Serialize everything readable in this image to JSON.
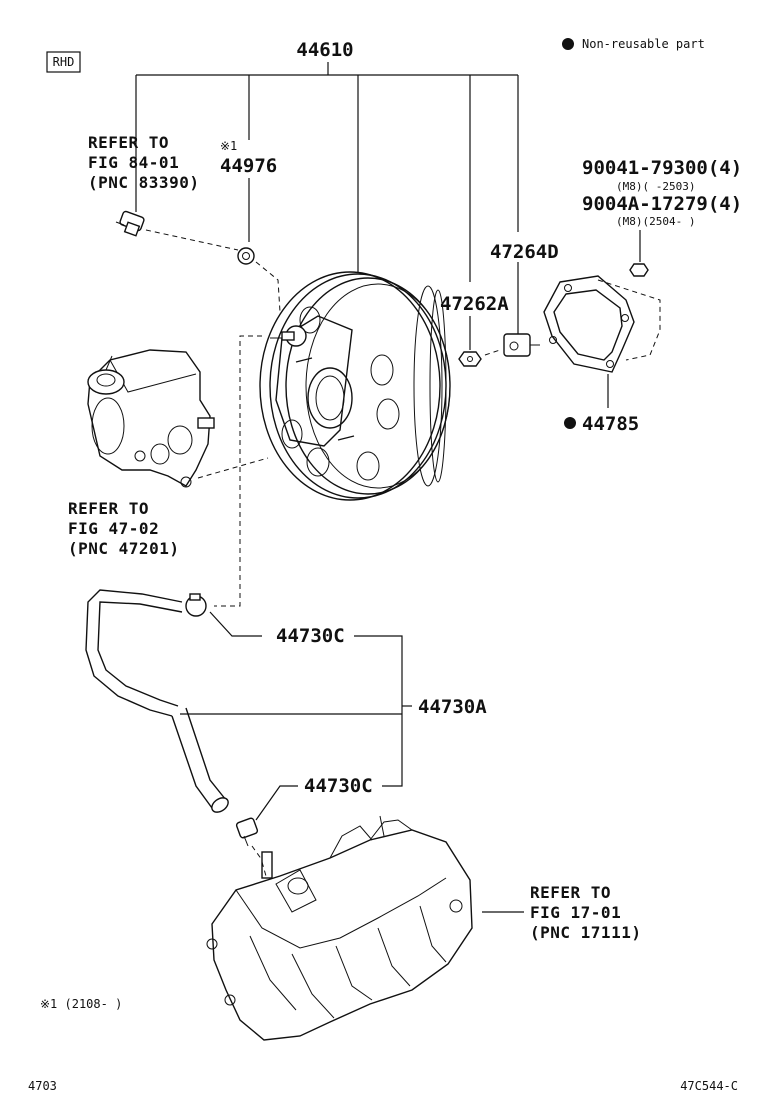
{
  "badge": "RHD",
  "legend": {
    "symbol": "●",
    "text": "Non-reusable part"
  },
  "parts": {
    "p44610": "44610",
    "p44976_note": "※1",
    "p44976": "44976",
    "p47264d": "47264D",
    "p47262a": "47262A",
    "p90041": "90041-79300(4)",
    "p90041_note": "(M8)(     -2503)",
    "p9004a": "9004A-17279(4)",
    "p9004a_note": "(M8)(2504-     )",
    "p44785": "44785",
    "p44730c_upper": "44730C",
    "p44730a": "44730A",
    "p44730c_lower": "44730C"
  },
  "refs": {
    "r1": {
      "line1": "REFER TO",
      "line2": "FIG 84-01",
      "line3": "(PNC 83390)"
    },
    "r2": {
      "line1": "REFER TO",
      "line2": "FIG 47-02",
      "line3": "(PNC 47201)"
    },
    "r3": {
      "line1": "REFER TO",
      "line2": "FIG 17-01",
      "line3": "(PNC 17111)"
    }
  },
  "footnote": "※1 (2108-     )",
  "footer_left": "4703",
  "footer_right": "47C544-C",
  "icons": [
    "brake-booster-icon",
    "master-cylinder-icon",
    "vacuum-hose-icon",
    "intake-manifold-icon",
    "gasket-icon",
    "nut-icon",
    "check-valve-icon",
    "clamp-icon"
  ]
}
